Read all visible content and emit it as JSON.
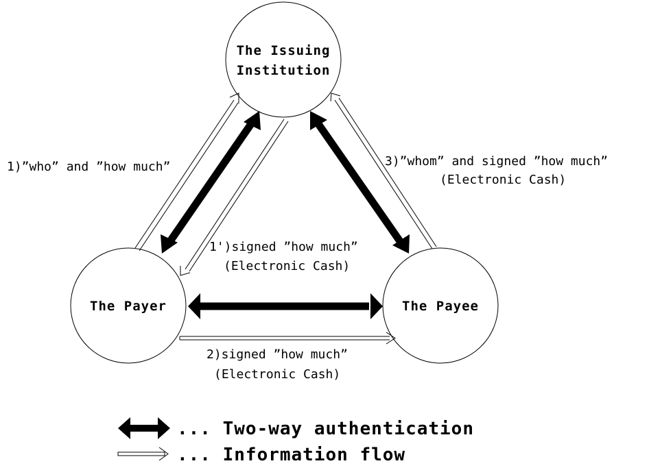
{
  "diagram": {
    "nodes": {
      "issuer": {
        "line1": "The Issuing",
        "line2": "Institution"
      },
      "payer": {
        "label": "The Payer"
      },
      "payee": {
        "label": "The Payee"
      }
    },
    "flows": {
      "f1": {
        "line1": "1)”who” and ”how much”"
      },
      "f1p": {
        "line1": "1')signed ”how much”",
        "line2": "(Electronic Cash)"
      },
      "f2": {
        "line1": "2)signed ”how much”",
        "line2": "(Electronic Cash)"
      },
      "f3": {
        "line1": "3)”whom” and signed ”how much”",
        "line2": "(Electronic Cash)"
      }
    },
    "legend": {
      "auth": "... Two-way authentication",
      "info": "... Information flow"
    },
    "colors": {
      "stroke": "#000000",
      "background": "#ffffff"
    }
  }
}
